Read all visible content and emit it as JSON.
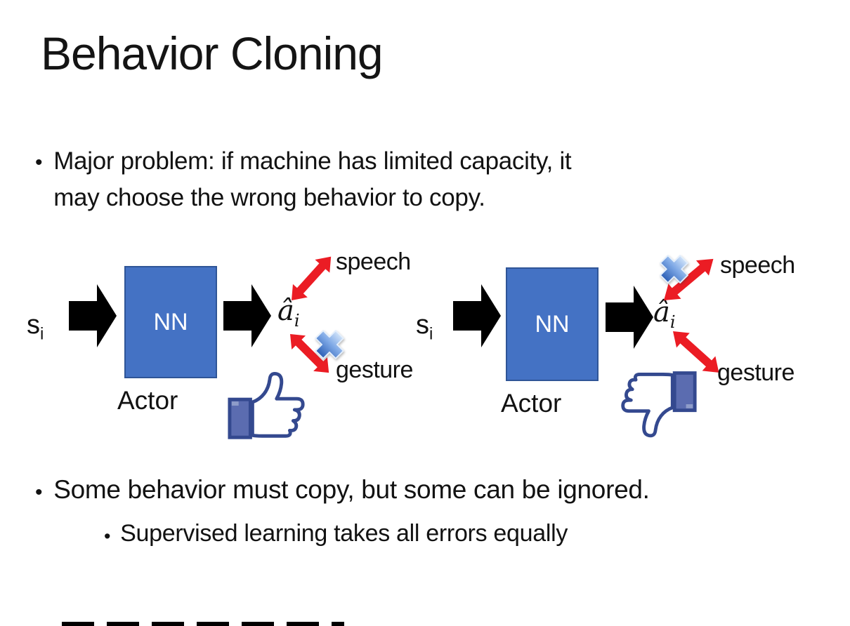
{
  "slide": {
    "title": "Behavior Cloning",
    "bullet_marker": "•",
    "bullets": {
      "major_problem_line1": "Major problem: if machine has limited capacity, it",
      "major_problem_line2": "may choose the wrong behavior to copy.",
      "some_behavior": "Some behavior must copy, but some can be ignored.",
      "supervised": "Supervised learning takes all errors equally"
    }
  },
  "diagrams": [
    {
      "state_label": "s",
      "state_sub": "i",
      "network_label": "NN",
      "network_caption": "Actor",
      "action_label": "â",
      "action_sub": "i",
      "branches": [
        {
          "label": "speech",
          "crossed_out": false
        },
        {
          "label": "gesture",
          "crossed_out": true
        }
      ],
      "feedback_icon": "thumbs-up"
    },
    {
      "state_label": "s",
      "state_sub": "i",
      "network_label": "NN",
      "network_caption": "Actor",
      "action_label": "â",
      "action_sub": "i",
      "branches": [
        {
          "label": "speech",
          "crossed_out": true
        },
        {
          "label": "gesture",
          "crossed_out": false
        }
      ],
      "feedback_icon": "thumbs-down"
    }
  ],
  "colors": {
    "nn_box_fill": "#4472C4",
    "nn_box_border": "#2F5597",
    "arrow_black": "#000000",
    "arrow_red": "#EB1C24",
    "thumb_outline": "#34498F",
    "thumb_cuff": "#5B6CB0",
    "text": "#121212"
  }
}
